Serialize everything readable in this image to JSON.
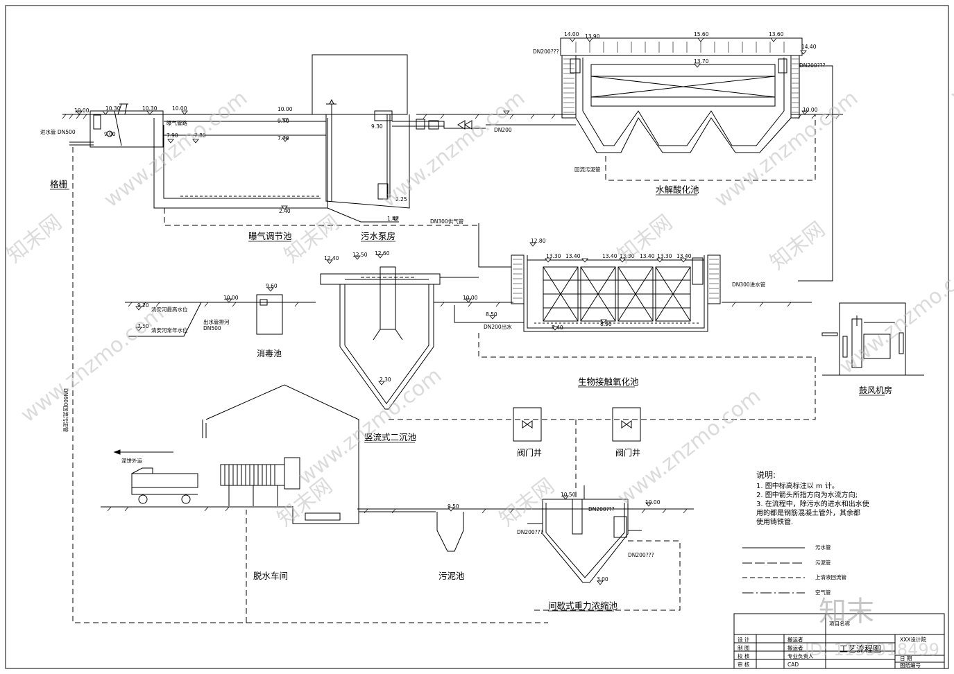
{
  "units": {
    "grille": "格栅",
    "aeration": "曝气调节池",
    "pump": "污水泵房",
    "hydrolysis": "水解酸化池",
    "contact": "生物接触氧化池",
    "blower": "鼓风机房",
    "disinfect": "消毒池",
    "clarifier": "竖流式二沉池",
    "valve1": "阀门井",
    "valve2": "阀门井",
    "dewater": "脱水车间",
    "sludge": "污泥池",
    "thickener": "间歇式重力浓缩池"
  },
  "pipe_labels": {
    "dn200_top": "DN200",
    "dn300": "DN300进水管",
    "dn200_out": "DN200出水",
    "dn500": "DN500",
    "outlet_pipe": "出水管排河",
    "inlet_pipe": "进水管 DN500",
    "dn200_q1": "DN200???",
    "dn200_q2": "DN200???",
    "dn200_q3": "DN200???",
    "dn200_q4": "DN200???",
    "dn200_q5": "DN200???",
    "air_pipe": "曝气管路",
    "return_pipe": "回流污泥管",
    "fabric_pipe": "DN300供气管"
  },
  "elevations": {
    "e1": "10.00",
    "e2": "10.30",
    "e3": "10.30",
    "e4": "10.00",
    "e5": "9.00",
    "e6": "7.90",
    "e7": "7.80",
    "e8": "10.00",
    "e9": "9.70",
    "e10": "7.70",
    "e11": "9.30",
    "e12": "2.40",
    "e13": "1.40",
    "e14": "2.25",
    "e15": "14.00",
    "e16": "13.90",
    "e17": "15.60",
    "e18": "13.60",
    "e19": "14.40",
    "e20": "13.70",
    "e21": "10.00",
    "e22": "12.80",
    "e23": "13.30",
    "e24": "13.40",
    "e25": "13.40",
    "e26": "13.30",
    "e27": "13.40",
    "e28": "13.30",
    "e29": "13.40",
    "e30": "7.40",
    "e31": "8.90",
    "e32": "12.40",
    "e33": "12.50",
    "e34": "12.60",
    "e35": "9.60",
    "e36": "10.00",
    "e37": "9.20",
    "e38": "7.50",
    "e39": "10.00",
    "e40": "8.50",
    "e41": "2.30",
    "e42": "9.50",
    "e43": "10.50",
    "e44": "10.00",
    "e45": "3.00"
  },
  "river_levels": {
    "high": "清安河最高水位",
    "normal": "清安河常年水位"
  },
  "vertical_note": "DN600回流污泥管",
  "sludge_out": "泥饼外运",
  "notes": {
    "title": "说明:",
    "lines": [
      "1. 图中标高标注以 m 计。",
      "2. 图中箭头所指方向为水流方向;",
      "3. 在流程中，除污水的进水和出水使",
      "   用的都是钢筋混凝土管外，其余都",
      "   使用铸铁管."
    ]
  },
  "legend": [
    {
      "style": "solid",
      "label": "污水管"
    },
    {
      "style": "long-dash",
      "label": "污泥管"
    },
    {
      "style": "dash",
      "label": "上清液回流管"
    },
    {
      "style": "dash-dot",
      "label": "空气管"
    }
  ],
  "title_block": {
    "project": "项目名称",
    "rows": [
      {
        "role": "设 计",
        "name": "搬运者"
      },
      {
        "role": "制 图",
        "name": "搬运者"
      },
      {
        "role": "校 核",
        "name": "专业负责人"
      },
      {
        "role": "审 核",
        "name": "CAD"
      }
    ],
    "drawing_title": "工艺流程图",
    "date_label": "日 期",
    "number_label": "图纸编号",
    "design_unit": "XXX设计院"
  },
  "watermarks": {
    "site": "www.znzmo.com",
    "brand": "知末网",
    "corner_logo": "知末",
    "id_text": "ID: 1135918499"
  }
}
